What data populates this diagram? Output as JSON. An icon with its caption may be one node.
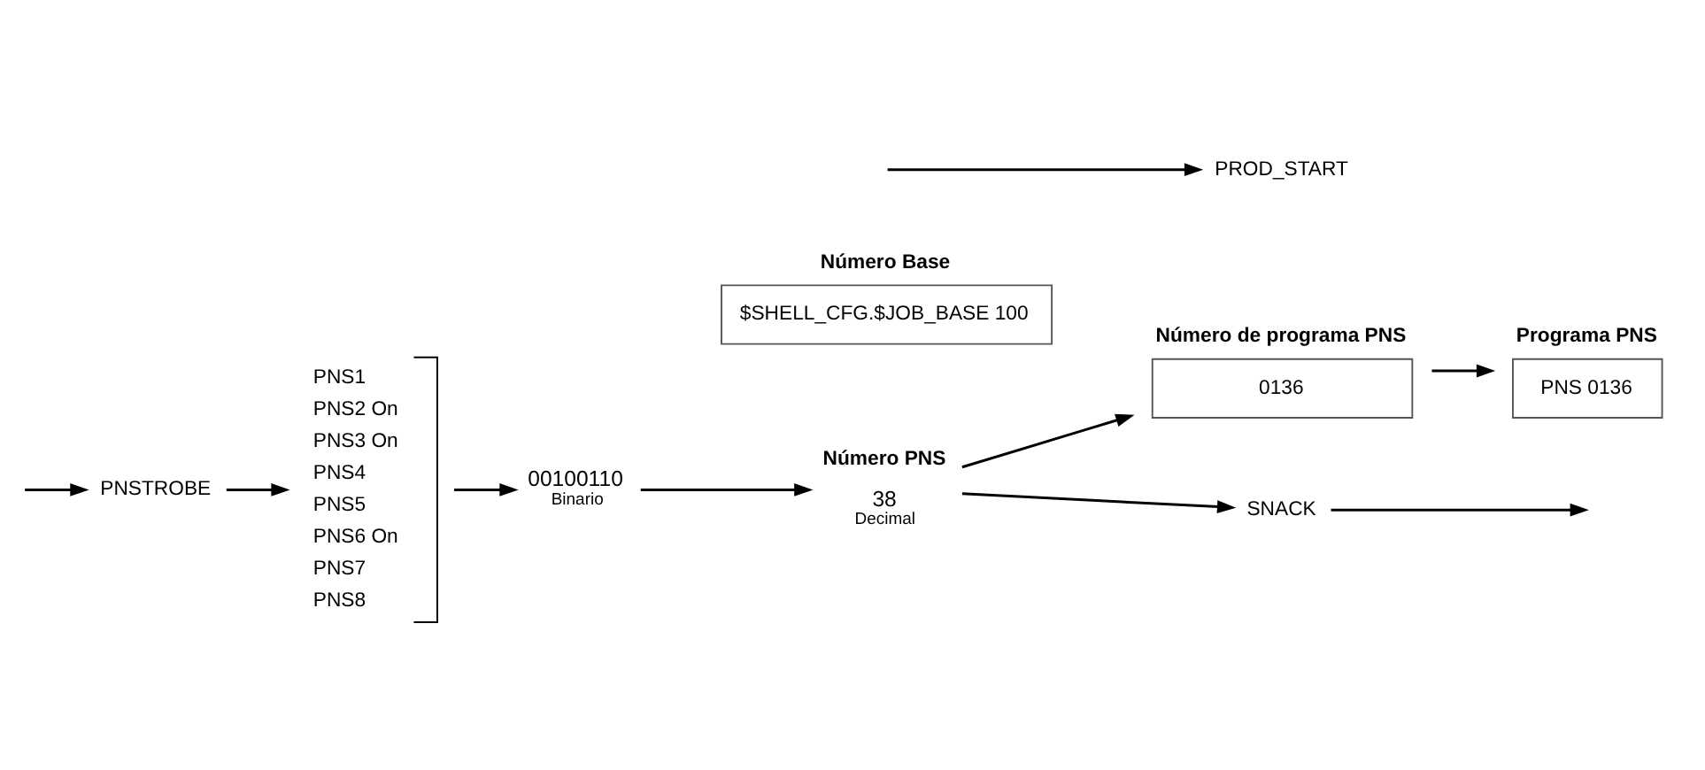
{
  "diagram": {
    "nodes": [
      {
        "text": [
          "PNSTROBE"
        ]
      },
      {
        "text": [
          "PNS1",
          "PNS2 On",
          "PNS3 On",
          "PNS4",
          "PNS5",
          "PNS6 On",
          "PNS7",
          "PNS8"
        ]
      },
      {
        "text": [
          "00100110",
          "Binario"
        ]
      },
      {
        "text": [
          "Número PNS",
          "38",
          "Decimal"
        ]
      },
      {
        "text": [
          "Número Base",
          "$SHELL_CFG.$JOB_BASE 100"
        ]
      },
      {
        "text": [
          "Número de programa PNS",
          "0136"
        ]
      },
      {
        "text": [
          "Programa PNS",
          "PNS 0136"
        ]
      },
      {
        "text": [
          "SNACK"
        ]
      },
      {
        "text": [
          "PROD_START"
        ]
      }
    ],
    "edges": [
      {
        "from": null,
        "to": 0,
        "arrow": "to"
      },
      {
        "from": 0,
        "to": 1,
        "arrow": "to"
      },
      {
        "from": 1,
        "to": 2,
        "arrow": "to"
      },
      {
        "from": 2,
        "to": 3,
        "arrow": "to"
      },
      {
        "from": 3,
        "to": 5,
        "arrow": "to"
      },
      {
        "from": 5,
        "to": 6,
        "arrow": "to"
      },
      {
        "from": 3,
        "to": 7,
        "arrow": "to"
      },
      {
        "from": 7,
        "to": null,
        "arrow": "to"
      },
      {
        "from": null,
        "to": 8,
        "arrow": "to"
      }
    ]
  }
}
